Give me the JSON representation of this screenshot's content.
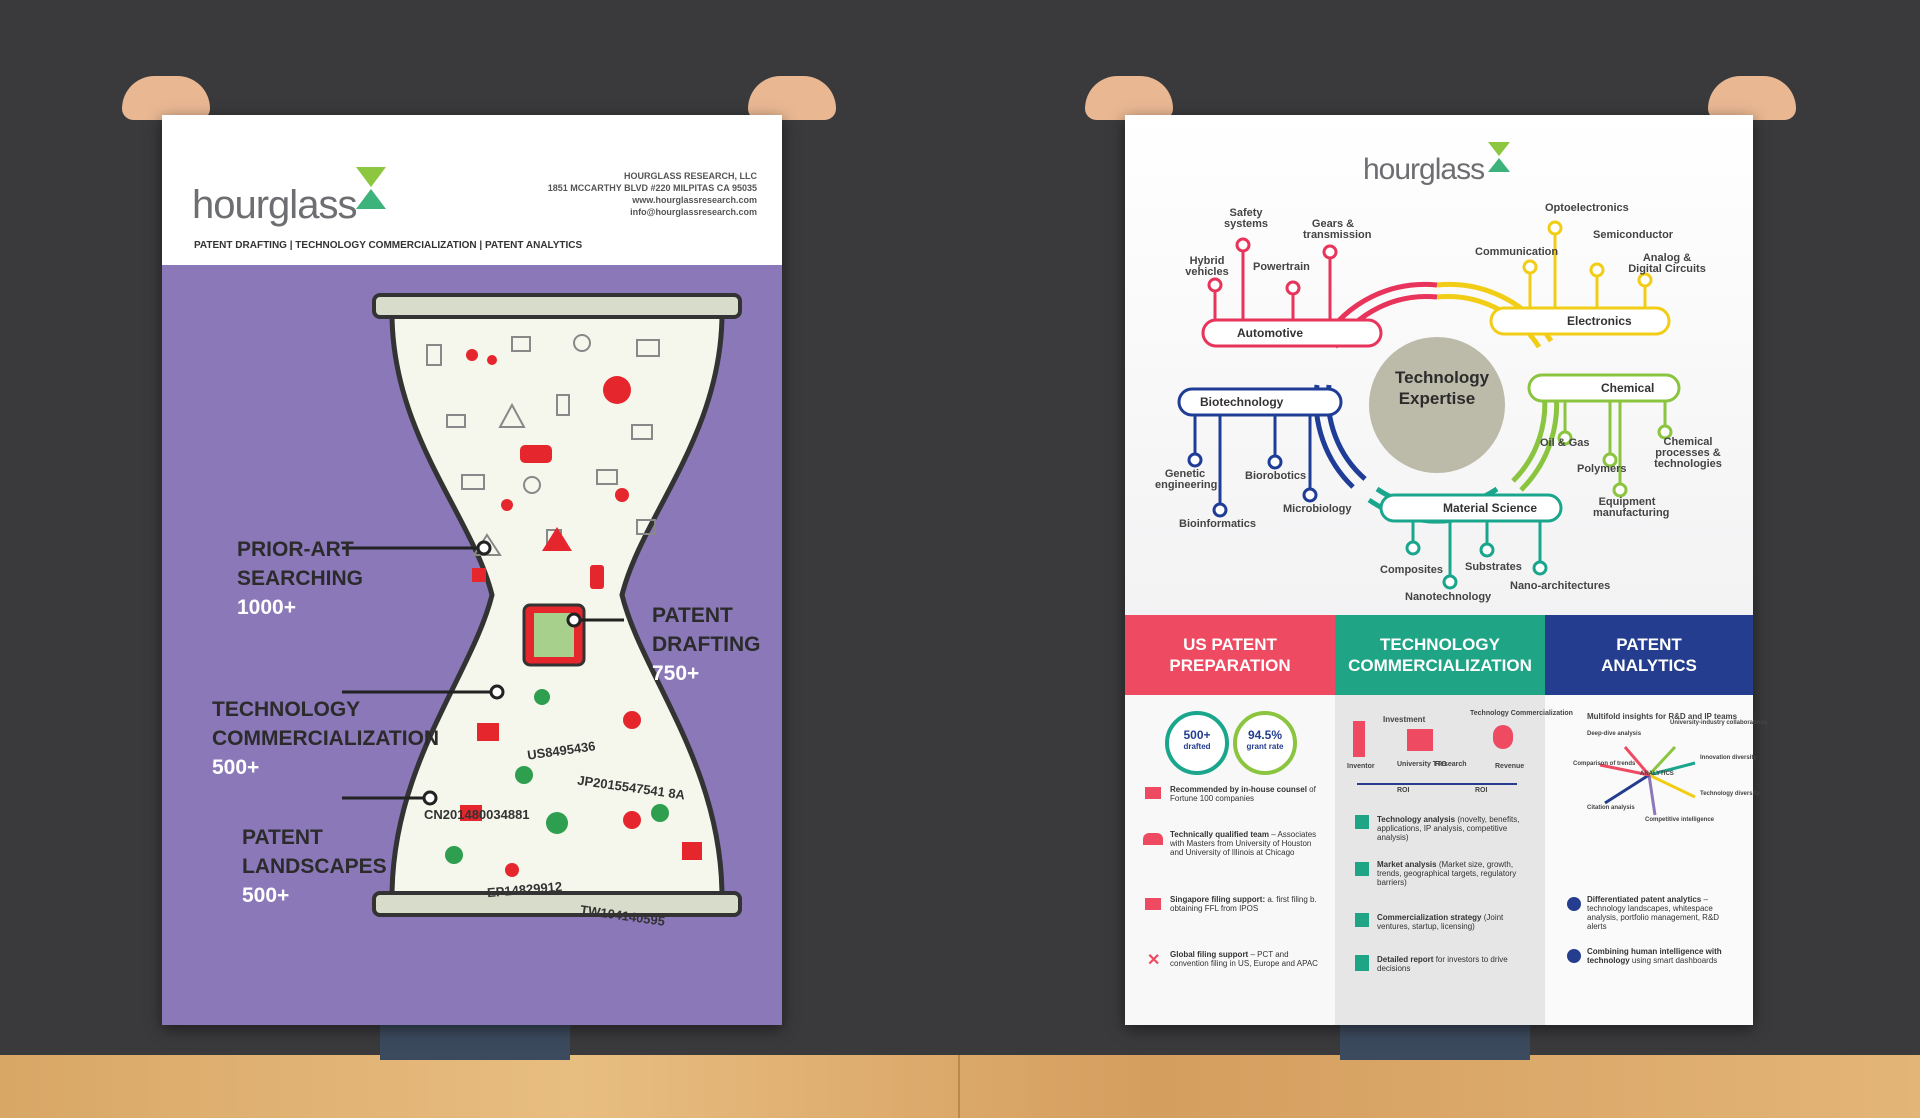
{
  "poster1": {
    "brand": "hourglass",
    "company": "HOURGLASS RESEARCH, LLC",
    "address": "1851 MCCARTHY BLVD #220 MILPITAS CA 95035",
    "website": "www.hourglassresearch.com",
    "email": "info@hourglassresearch.com",
    "tagline": "PATENT DRAFTING | TECHNOLOGY COMMERCIALIZATION | PATENT ANALYTICS",
    "labels": [
      {
        "line1": "PRIOR-ART",
        "line2": "SEARCHING",
        "count": "1000+"
      },
      {
        "line1": "PATENT",
        "line2": "DRAFTING",
        "count": "750+"
      },
      {
        "line1": "TECHNOLOGY",
        "line2": "COMMERCIALIZATION",
        "count": "500+"
      },
      {
        "line1": "PATENT",
        "line2": "LANDSCAPES",
        "count": "500+"
      }
    ],
    "patent_numbers": [
      "US8495436",
      "JP2015547541 8A",
      "CN201480034881",
      "EP14829912",
      "TW104140595"
    ]
  },
  "poster2": {
    "brand": "hourglass",
    "center": {
      "line1": "Technology",
      "line2": "Expertise"
    },
    "categories": {
      "automotive": "Automotive",
      "electronics": "Electronics",
      "biotechnology": "Biotechnology",
      "chemical": "Chemical",
      "material": "Material Science"
    },
    "automotive_nodes": [
      "Hybrid vehicles",
      "Safety systems",
      "Powertrain",
      "Gears & transmission"
    ],
    "electronics_nodes": [
      "Communication",
      "Optoelectronics",
      "Semiconductor",
      "Analog & Digital Circuits"
    ],
    "biotech_nodes": [
      "Genetic engineering",
      "Bioinformatics",
      "Biorobotics",
      "Microbiology"
    ],
    "chemical_nodes": [
      "Oil & Gas",
      "Polymers",
      "Chemical processes & technologies",
      "Equipment manufacturing"
    ],
    "material_nodes": [
      "Composites",
      "Nanotechnology",
      "Substrates",
      "Nano-architectures"
    ],
    "sections": {
      "us_patent": {
        "title1": "US PATENT",
        "title2": "PREPARATION",
        "color": "#ee4b62"
      },
      "tech_comm": {
        "title1": "TECHNOLOGY",
        "title2": "COMMERCIALIZATION",
        "color": "#1fa586"
      },
      "analytics": {
        "title1": "PATENT",
        "title2": "ANALYTICS",
        "color": "#243d8e"
      }
    },
    "us_stats": [
      {
        "value": "500+",
        "caption": "drafted"
      },
      {
        "value": "94.5%",
        "caption": "grant rate"
      }
    ],
    "us_features": [
      {
        "bold": "Recommended by in-house counsel",
        "rest": " of Fortune 100 companies"
      },
      {
        "bold": "Technically qualified team",
        "rest": " – Associates with Masters from University of Houston and University of Illinois at Chicago"
      },
      {
        "bold": "Singapore filing support:",
        "rest": " a. first filing b. obtaining FFL from IPOS"
      },
      {
        "bold": "Global filing support",
        "rest": " – PCT and convention filing in US, Europe and APAC"
      }
    ],
    "tc_diagram": {
      "investment": "Investment",
      "tc_label": "Technology Commercialization",
      "inventor": "Inventor",
      "university": "University TTO",
      "research": "Research",
      "revenue": "Revenue",
      "roi1": "ROI",
      "roi2": "ROI"
    },
    "tc_features": [
      {
        "bold": "Technology analysis",
        "rest": " (novelty, benefits, applications, IP analysis, competitive analysis)"
      },
      {
        "bold": "Market analysis",
        "rest": " (Market size, growth, trends, geographical targets, regulatory barriers)"
      },
      {
        "bold": "Commercialization strategy",
        "rest": " (Joint ventures, startup, licensing)"
      },
      {
        "bold": "Detailed report",
        "rest": " for investors to drive decisions"
      }
    ],
    "an_intro": "Multifold insights for R&D and IP teams",
    "an_hex": {
      "center": "ANALYTICS",
      "n1": "Deep-dive analysis",
      "n2": "University-industry collaborations",
      "n3": "Innovation diversity",
      "n4": "Technology diversity",
      "n5": "Competitive intelligence",
      "n6": "Citation analysis",
      "n7": "Comparison of trends"
    },
    "an_features": [
      {
        "bold": "Differentiated patent analytics",
        "rest": " – technology landscapes, whitespace analysis, portfolio management, R&D alerts"
      },
      {
        "bold": "Combining human intelligence with technology",
        "rest": " using smart dashboards"
      }
    ]
  },
  "colors": {
    "purple": "#8b78b9",
    "hourglass_green": "#3cb37a",
    "red": "#e5262c",
    "automotive": "#e8335a",
    "electronics": "#f2cd16",
    "biotech": "#1f3d97",
    "chemical": "#8bc540",
    "material": "#1aa68c"
  }
}
